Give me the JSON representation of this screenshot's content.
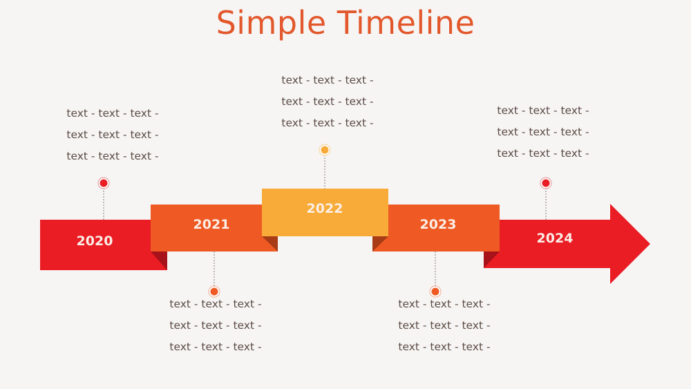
{
  "title": "Simple Timeline",
  "colors": {
    "title": "#e2582c",
    "red": "#ea1c24",
    "orange": "#ef5a24",
    "yellow": "#f8ab38",
    "fold_dark_red": "#a8121a",
    "fold_dark_orange": "#a83c16",
    "text": "#5c4b44",
    "background": "#f6f5f4"
  },
  "milestones": [
    {
      "year": "2020",
      "color": "red",
      "marker_position": "above",
      "text_lines": [
        "text - text - text -",
        "text - text - text -",
        "text - text - text -"
      ]
    },
    {
      "year": "2021",
      "color": "orange",
      "marker_position": "below",
      "text_lines": [
        "text - text - text -",
        "text - text - text -",
        "text - text - text -"
      ]
    },
    {
      "year": "2022",
      "color": "yellow",
      "marker_position": "above",
      "text_lines": [
        "text - text - text -",
        "text - text - text -",
        "text - text - text -"
      ]
    },
    {
      "year": "2023",
      "color": "orange",
      "marker_position": "below",
      "text_lines": [
        "text - text - text -",
        "text - text - text -",
        "text - text - text -"
      ]
    },
    {
      "year": "2024",
      "color": "red",
      "marker_position": "above",
      "text_lines": [
        "text - text - text -",
        "text - text - text -",
        "text - text - text -"
      ]
    }
  ]
}
